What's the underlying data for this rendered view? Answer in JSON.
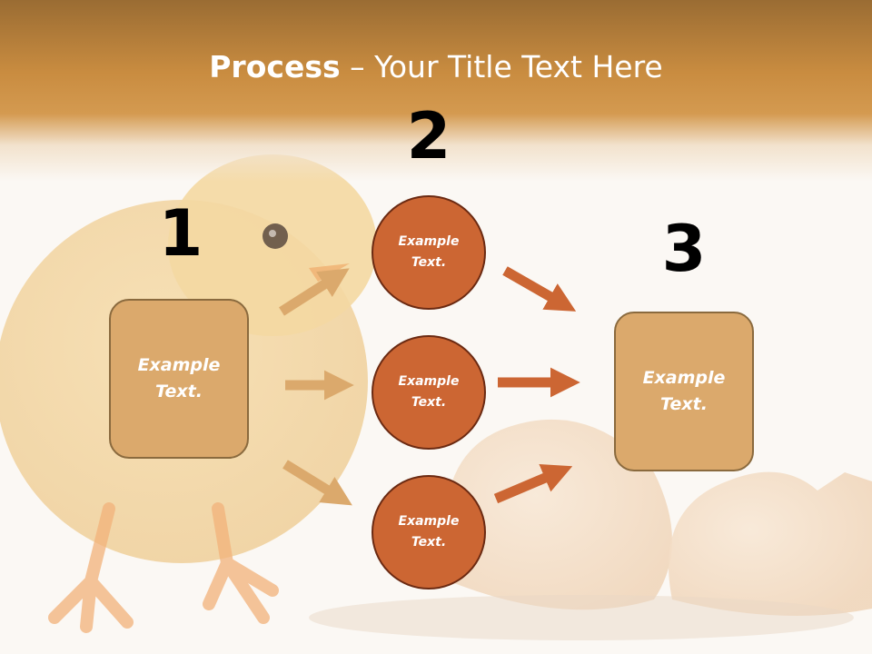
{
  "slide": {
    "title_bold": "Process",
    "title_rest": " – Your Title Text Here"
  },
  "steps": {
    "one": "1",
    "two": "2",
    "three": "3"
  },
  "nodes": {
    "left_box": {
      "line1": "Example",
      "line2": "Text."
    },
    "circle_top": {
      "line1": "Example",
      "line2": "Text."
    },
    "circle_middle": {
      "line1": "Example",
      "line2": "Text."
    },
    "circle_bottom": {
      "line1": "Example",
      "line2": "Text."
    },
    "right_box": {
      "line1": "Example",
      "line2": "Text."
    }
  },
  "colors": {
    "header": "#c98c40",
    "box_fill": "#dba96c",
    "box_border": "#8a6a3e",
    "circle_fill": "#cc6633",
    "circle_border": "#6b2a12",
    "arrow_light": "#dba96c",
    "arrow_dark": "#cc6633"
  },
  "background": {
    "picture": "chick-and-cracked-eggshell-photo"
  }
}
